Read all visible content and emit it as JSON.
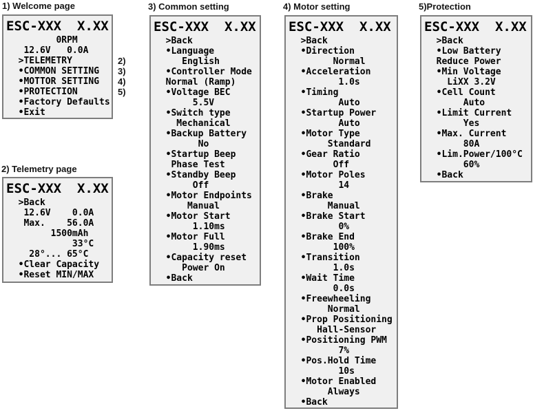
{
  "colors": {
    "screen_bg": "#f0f0f0",
    "screen_border": "#7d7d7d",
    "text": "#000000"
  },
  "refs": [
    "2)",
    "3)",
    "4)",
    "5)"
  ],
  "panels": [
    {
      "title": "1) Welcome page",
      "header": "ESC-XXX  X.XX",
      "lines": [
        "         0RPM",
        "   12.6V   0.0A",
        "  >TELEMETRY",
        "  •COMMON SETTING",
        "  •MOTTOR SETTING",
        "  •PROTECTION",
        "  •Factory Defaults",
        "  •Exit"
      ]
    },
    {
      "title": "2) Telemetry page",
      "header": "ESC-XXX  X.XX",
      "lines": [
        "  >Back",
        "   12.6V    0.0A",
        "   Max.    56.0A",
        "        1500mAh",
        "            33°C",
        "    28°... 65°C",
        "  •Clear Capacity",
        "  •Reset MIN/MAX"
      ]
    },
    {
      "title": "3) Common setting",
      "header": "ESC-XXX  X.XX",
      "lines": [
        "  >Back",
        "  •Language",
        "     English",
        "  •Controller Mode",
        "  Normal (Ramp)",
        "  •Voltage BEC",
        "       5.5V",
        "  •Switch type",
        "    Mechanical",
        "  •Backup Battery",
        "        No",
        "  •Startup Beep",
        "   Phase Test",
        "  •Standby Beep",
        "       Off",
        "  •Motor Endpoints",
        "      Manual",
        "  •Motor Start",
        "       1.10ms",
        "  •Motor Full",
        "       1.90ms",
        "  •Capacity reset",
        "     Power On",
        "  •Back"
      ]
    },
    {
      "title": "4) Motor setting",
      "header": "ESC-XXX  X.XX",
      "lines": [
        "  >Back",
        "  •Direction",
        "        Normal",
        "  •Acceleration",
        "         1.0s",
        "  •Timing",
        "         Auto",
        "  •Startup Power",
        "         Auto",
        "  •Motor Type",
        "       Standard",
        "  •Gear Ratio",
        "        Off",
        "  •Motor Poles",
        "         14",
        "  •Brake",
        "       Manual",
        "  •Brake Start",
        "         0%",
        "  •Brake End",
        "        100%",
        "  •Transition",
        "        1.0s",
        "  •Wait Time",
        "        0.0s",
        "  •Freewheeling",
        "       Normal",
        "  •Prop Positioning",
        "     Hall-Sensor",
        "  •Positioning PWM",
        "         7%",
        "  •Pos.Hold Time",
        "         10s",
        "  •Motor Enabled",
        "       Always",
        "  •Back"
      ]
    },
    {
      "title": "5)Protection",
      "header": "ESC-XXX  X.XX",
      "lines": [
        "  >Back",
        "  •Low Battery",
        "  Reduce Power",
        "  •Min Voltage",
        "    LiXX 3.2V",
        "  •Cell Count",
        "       Auto",
        "  •Limit Current",
        "       Yes",
        "  •Max. Current",
        "       80A",
        "  •Lim.Power/100°C",
        "       60%",
        "  •Back"
      ]
    }
  ]
}
